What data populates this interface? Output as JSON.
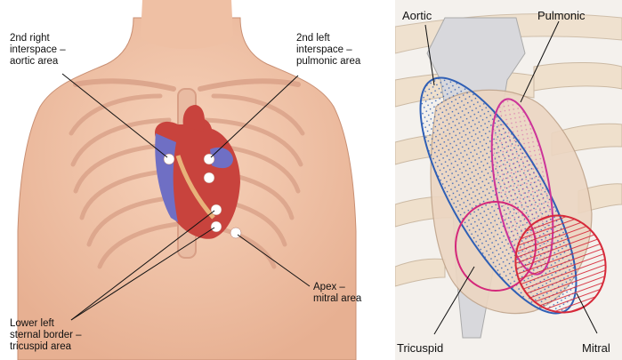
{
  "left_panel": {
    "labels": {
      "aortic_area": "2nd right\ninterspace –\naortic area",
      "pulmonic_area": "2nd left\ninterspace –\npulmonic area",
      "mitral_area": "Apex –\nmitral area",
      "tricuspid_area": "Lower left\nsternal border –\ntricuspid area"
    }
  },
  "right_panel": {
    "labels": {
      "aortic": "Aortic",
      "pulmonic": "Pulmonic",
      "tricuspid": "Tricuspid",
      "mitral": "Mitral"
    }
  },
  "colors": {
    "aortic_outline": "#2f5fb5",
    "pulmonic_outline": "#cc3399",
    "tricuspid_outline": "#d4287a",
    "mitral_outline": "#d62a3a"
  }
}
